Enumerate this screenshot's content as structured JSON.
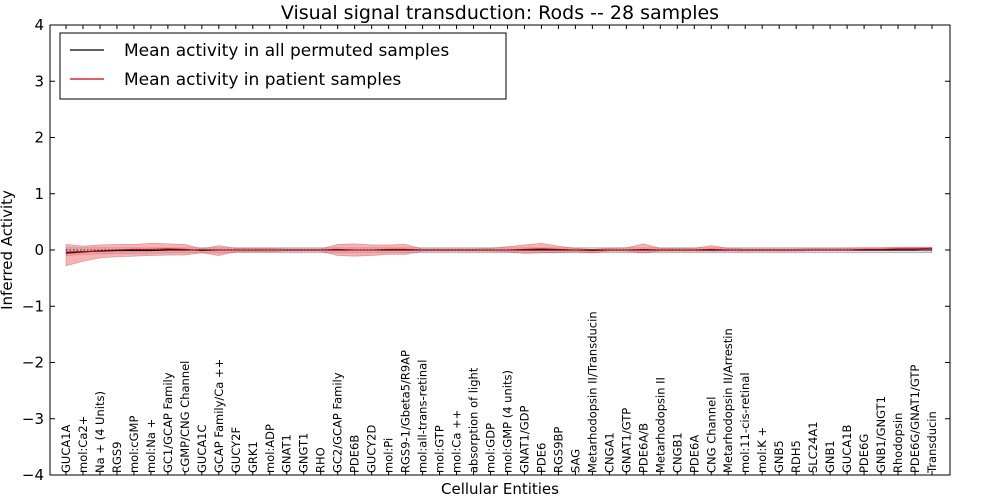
{
  "chart_data": {
    "type": "line",
    "title": "Visual signal transduction: Rods -- 28 samples",
    "xlabel": "Cellular Entities",
    "ylabel": "Inferred Activity",
    "ylim": [
      -4,
      4
    ],
    "yticks": [
      4,
      3,
      2,
      1,
      0,
      -1,
      -2,
      -3,
      -4
    ],
    "ytick_labels": [
      "4",
      "3",
      "2",
      "1",
      "0",
      "−1",
      "−2",
      "−3",
      "−4"
    ],
    "grid": false,
    "legend_position": "top-left",
    "categories": [
      "GUCA1A",
      "mol:Ca2+",
      "Na + (4 Units)",
      "RGS9",
      "mol:cGMP",
      "mol:Na +",
      "GC1/GCAP Family",
      "cGMP/CNG Channel",
      "GUCA1C",
      "GCAP Family/Ca ++",
      "GUCY2F",
      "GRK1",
      "mol:ADP",
      "GNAT1",
      "GNGT1",
      "RHO",
      "GC2/GCAP Family",
      "PDE6B",
      "GUCY2D",
      "mol:Pi",
      "RGS9-1/Gbeta5/R9AP",
      "mol:all-trans-retinal",
      "mol:GTP",
      "mol:Ca ++",
      "absorption of light",
      "mol:GDP",
      "mol:GMP (4 units)",
      "GNAT1/GDP",
      "PDE6",
      "RGS9BP",
      "SAG",
      "Metarhodopsin II/Transducin",
      "CNGA1",
      "GNAT1/GTP",
      "PDE6A/B",
      "Metarhodopsin II",
      "CNGB1",
      "PDE6A",
      "CNG Channel",
      "Metarhodopsin II/Arrestin",
      "mol:11-cis-retinal",
      "mol:K +",
      "GNB5",
      "RDH5",
      "SLC24A1",
      "GNB1",
      "GUCA1B",
      "PDE6G",
      "GNB1/GNGT1",
      "Rhodopsin",
      "PDE6G/GNAT1/GTP",
      "Transducin"
    ],
    "series": [
      {
        "name": "Mean activity in all permuted samples",
        "color": "#000000",
        "band_color": "#b0b0c8",
        "values": [
          -0.04,
          -0.03,
          -0.02,
          -0.01,
          -0.01,
          -0.01,
          0.0,
          0.0,
          0.0,
          0.0,
          0.0,
          0.0,
          0.0,
          0.0,
          0.0,
          0.0,
          0.0,
          0.0,
          0.0,
          0.0,
          0.0,
          0.0,
          0.0,
          0.0,
          0.0,
          0.0,
          0.0,
          0.0,
          0.0,
          0.0,
          0.0,
          0.0,
          0.0,
          0.0,
          0.0,
          0.0,
          0.0,
          0.0,
          0.0,
          0.0,
          0.0,
          0.0,
          0.0,
          0.0,
          0.0,
          0.0,
          0.0,
          0.0,
          0.0,
          0.0,
          0.0,
          0.0
        ],
        "lower": [
          -0.1,
          -0.08,
          -0.07,
          -0.06,
          -0.06,
          -0.06,
          -0.05,
          -0.05,
          -0.05,
          -0.05,
          -0.05,
          -0.05,
          -0.05,
          -0.05,
          -0.05,
          -0.05,
          -0.05,
          -0.05,
          -0.05,
          -0.05,
          -0.05,
          -0.05,
          -0.05,
          -0.05,
          -0.05,
          -0.05,
          -0.05,
          -0.05,
          -0.05,
          -0.05,
          -0.05,
          -0.05,
          -0.05,
          -0.05,
          -0.05,
          -0.05,
          -0.05,
          -0.05,
          -0.05,
          -0.05,
          -0.05,
          -0.05,
          -0.05,
          -0.05,
          -0.05,
          -0.05,
          -0.05,
          -0.05,
          -0.05,
          -0.05,
          -0.05,
          -0.05
        ],
        "upper": [
          0.04,
          0.04,
          0.04,
          0.04,
          0.04,
          0.04,
          0.04,
          0.04,
          0.04,
          0.04,
          0.04,
          0.04,
          0.04,
          0.04,
          0.04,
          0.04,
          0.04,
          0.04,
          0.04,
          0.04,
          0.04,
          0.04,
          0.04,
          0.04,
          0.04,
          0.04,
          0.04,
          0.04,
          0.04,
          0.04,
          0.04,
          0.04,
          0.04,
          0.04,
          0.04,
          0.04,
          0.04,
          0.04,
          0.04,
          0.04,
          0.04,
          0.04,
          0.04,
          0.04,
          0.04,
          0.04,
          0.04,
          0.04,
          0.04,
          0.04,
          0.04,
          0.04
        ]
      },
      {
        "name": "Mean activity in patient samples",
        "color": "#cc0000",
        "band_color": "#f08080",
        "values": [
          -0.06,
          -0.04,
          -0.01,
          0.0,
          0.01,
          0.01,
          0.02,
          0.01,
          -0.01,
          0.0,
          0.0,
          0.0,
          0.0,
          0.0,
          0.0,
          0.0,
          0.01,
          0.0,
          0.0,
          0.01,
          0.01,
          0.0,
          0.0,
          0.0,
          0.0,
          0.0,
          0.0,
          0.01,
          0.02,
          0.01,
          0.0,
          -0.01,
          0.0,
          0.0,
          0.01,
          0.0,
          0.0,
          0.0,
          0.01,
          0.0,
          0.0,
          0.0,
          0.0,
          0.0,
          0.0,
          0.0,
          0.0,
          0.01,
          0.01,
          0.02,
          0.02,
          0.03
        ],
        "lower": [
          -0.28,
          -0.2,
          -0.14,
          -0.12,
          -0.11,
          -0.1,
          -0.09,
          -0.09,
          -0.05,
          -0.1,
          -0.03,
          -0.03,
          -0.03,
          -0.02,
          -0.02,
          -0.02,
          -0.1,
          -0.11,
          -0.1,
          -0.08,
          -0.08,
          -0.02,
          -0.02,
          -0.02,
          -0.02,
          -0.02,
          -0.03,
          -0.06,
          -0.05,
          -0.04,
          -0.03,
          -0.05,
          -0.02,
          -0.02,
          -0.05,
          -0.02,
          -0.02,
          -0.02,
          -0.02,
          -0.02,
          -0.02,
          -0.02,
          -0.02,
          -0.02,
          -0.01,
          -0.01,
          -0.01,
          -0.01,
          -0.01,
          -0.01,
          -0.01,
          0.01
        ],
        "upper": [
          0.1,
          0.07,
          0.09,
          0.1,
          0.1,
          0.12,
          0.11,
          0.1,
          0.02,
          0.08,
          0.03,
          0.03,
          0.03,
          0.02,
          0.02,
          0.02,
          0.1,
          0.11,
          0.09,
          0.09,
          0.1,
          0.02,
          0.02,
          0.02,
          0.02,
          0.03,
          0.06,
          0.09,
          0.12,
          0.07,
          0.03,
          0.01,
          0.03,
          0.04,
          0.11,
          0.03,
          0.03,
          0.03,
          0.08,
          0.03,
          0.02,
          0.02,
          0.02,
          0.02,
          0.03,
          0.03,
          0.03,
          0.04,
          0.04,
          0.05,
          0.05,
          0.05
        ]
      }
    ]
  }
}
